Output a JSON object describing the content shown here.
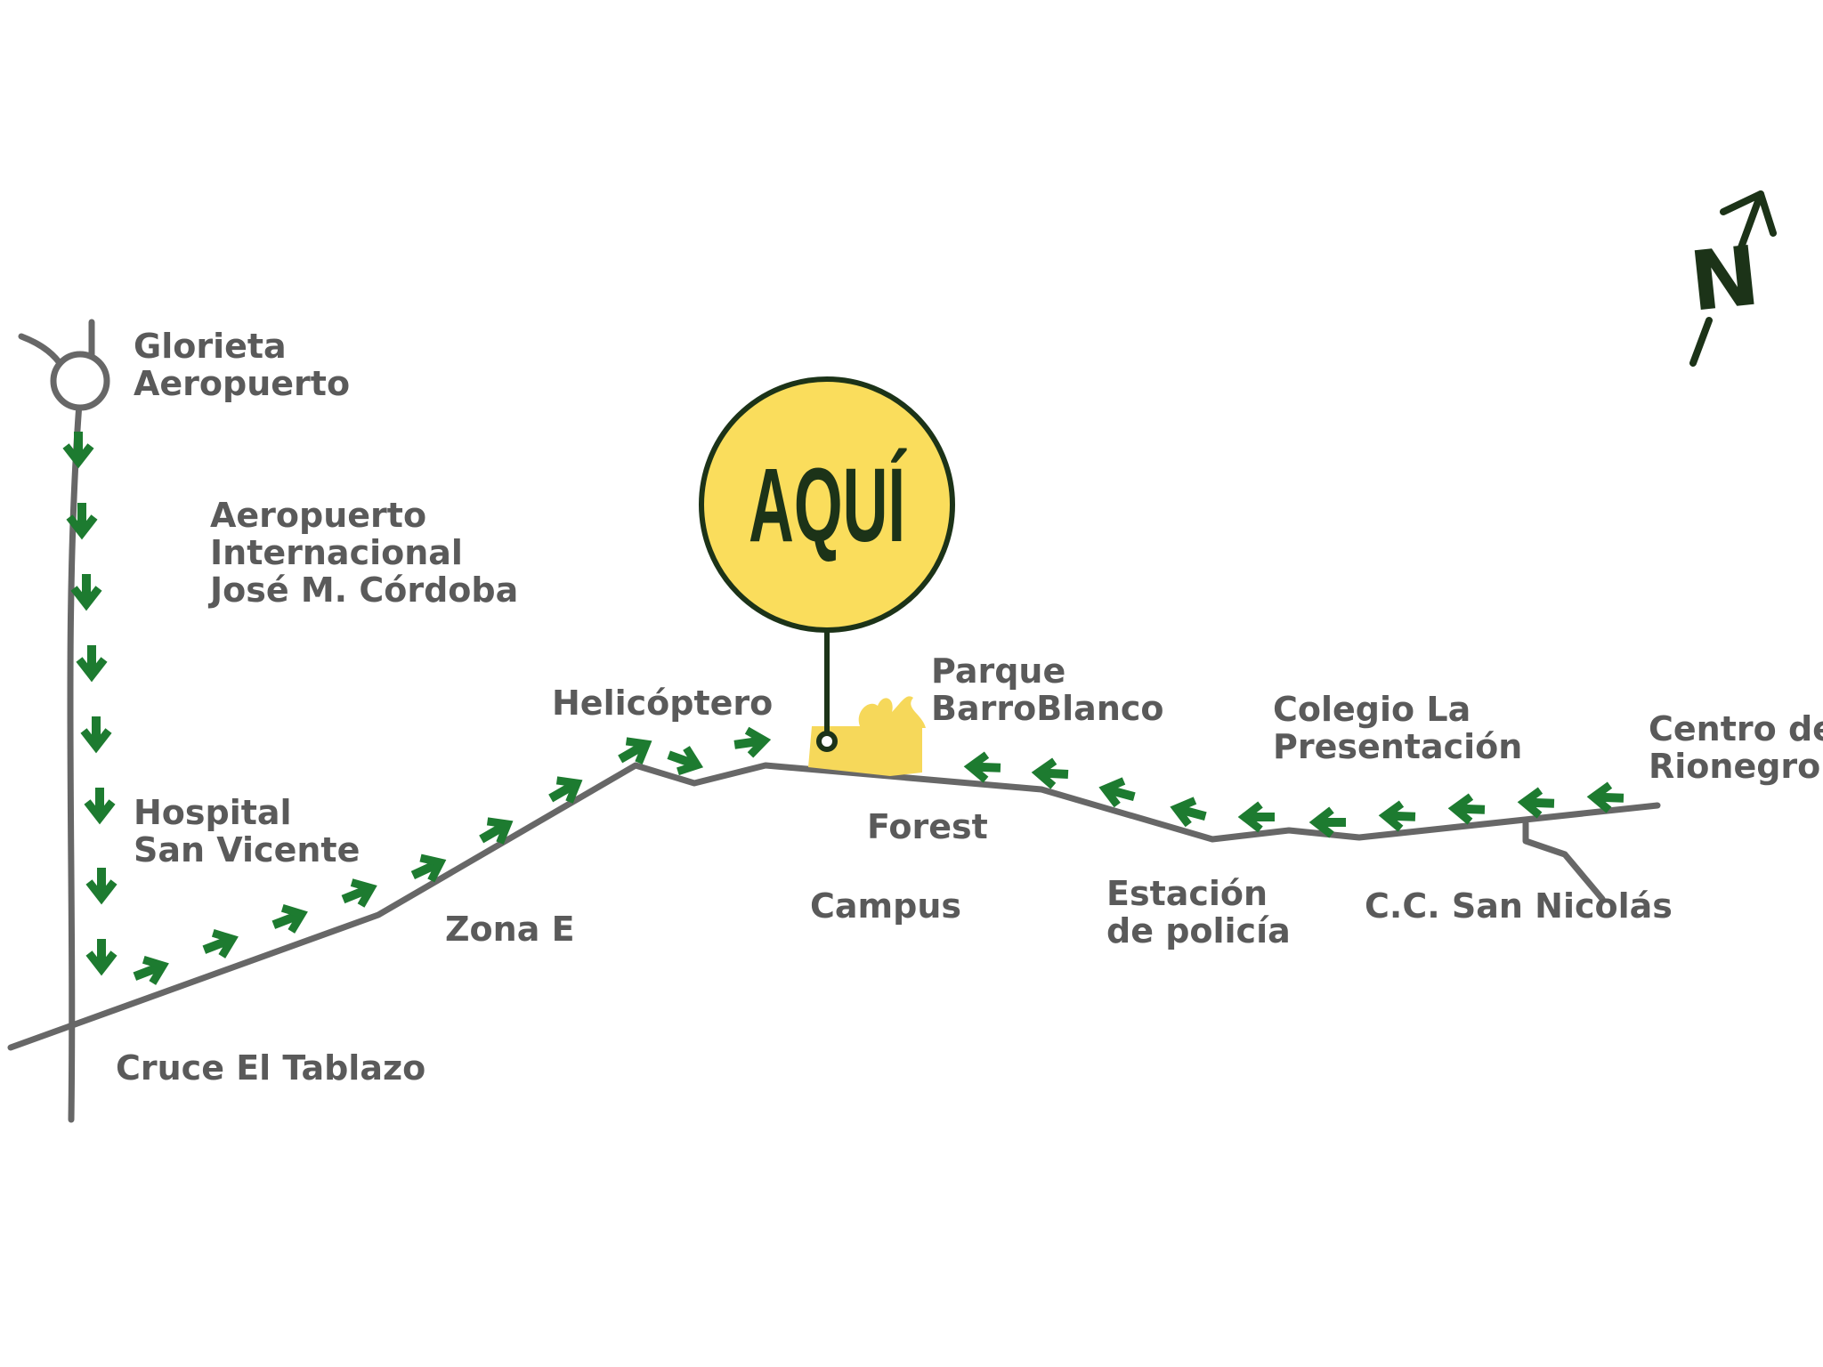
{
  "colors": {
    "road": "#676767",
    "arrow": "#1d7b30",
    "marker_fill": "#fadd5c",
    "marker_stroke": "#1c3318",
    "label": "#5a5a5a",
    "park_fill": "#f6d85a"
  },
  "marker": {
    "label": "AQUÍ"
  },
  "compass": {
    "letter": "N",
    "icon": "north-arrow-icon"
  },
  "places": {
    "glorieta": {
      "line1": "Glorieta",
      "line2": "Aeropuerto"
    },
    "airport": {
      "line1": "Aeropuerto",
      "line2": "Internacional",
      "line3": "José M. Córdoba"
    },
    "hospital": {
      "line1": "Hospital",
      "line2": "San Vicente"
    },
    "cruce": {
      "line1": "Cruce El Tablazo"
    },
    "zona_e": {
      "line1": "Zona E"
    },
    "helicoptero": {
      "line1": "Helicóptero"
    },
    "parque": {
      "line1": "Parque",
      "line2": "BarroBlanco"
    },
    "forest": {
      "line1": "Forest"
    },
    "campus": {
      "line1": "Campus"
    },
    "colegio": {
      "line1": "Colegio La",
      "line2": "Presentación"
    },
    "centro": {
      "line1": "Centro de",
      "line2": "Rionegro"
    },
    "estacion": {
      "line1": "Estación",
      "line2": "de policía"
    },
    "cc": {
      "line1": "C.C. San Nicolás"
    }
  }
}
